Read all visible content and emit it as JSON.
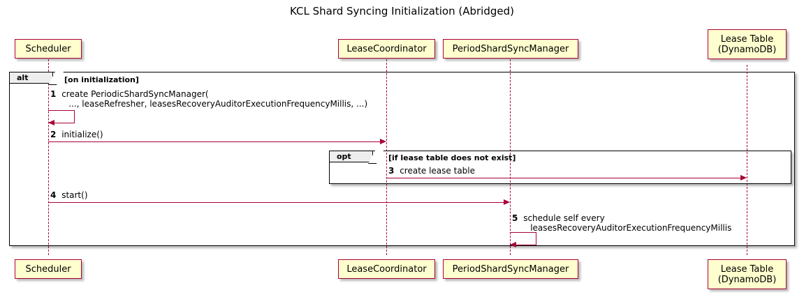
{
  "diagram": {
    "title": "KCL Shard Syncing Initialization (Abridged)",
    "type": "sequence-diagram"
  },
  "participants": [
    {
      "id": "scheduler",
      "label": "Scheduler",
      "lines": [
        "Scheduler"
      ]
    },
    {
      "id": "leasecoord",
      "label": "LeaseCoordinator",
      "lines": [
        "LeaseCoordinator"
      ]
    },
    {
      "id": "psm",
      "label": "PeriodShardSyncManager",
      "lines": [
        "PeriodShardSyncManager"
      ]
    },
    {
      "id": "leasetable",
      "label": "Lease Table (DynamoDB)",
      "lines": [
        "Lease Table",
        "(DynamoDB)"
      ]
    }
  ],
  "frames": [
    {
      "id": "alt",
      "type": "alt",
      "tab": "alt",
      "condition": "[on initialization]"
    },
    {
      "id": "opt",
      "type": "opt",
      "tab": "opt",
      "condition": "[if lease table does not exist]"
    }
  ],
  "messages": [
    {
      "num": "1",
      "from": "scheduler",
      "to": "scheduler",
      "self": true,
      "lines": [
        "create PeriodicShardSyncManager(",
        "..., leaseRefresher, leasesRecoveryAuditorExecutionFrequencyMillis, ...)"
      ]
    },
    {
      "num": "2",
      "from": "scheduler",
      "to": "leasecoord",
      "self": false,
      "lines": [
        "initialize()"
      ]
    },
    {
      "num": "3",
      "from": "leasecoord",
      "to": "leasetable",
      "self": false,
      "lines": [
        "create lease table"
      ]
    },
    {
      "num": "4",
      "from": "scheduler",
      "to": "psm",
      "self": false,
      "lines": [
        "start()"
      ]
    },
    {
      "num": "5",
      "from": "psm",
      "to": "psm",
      "self": true,
      "lines": [
        "schedule self every",
        "leasesRecoveryAuditorExecutionFrequencyMillis"
      ]
    }
  ],
  "colors": {
    "participant_fill": "#FEFECE",
    "participant_border": "#A80036",
    "arrow": "#A80036",
    "frame_border": "#000000",
    "frame_tab_fill": "#EEEEEE",
    "background": "#FFFFFF",
    "text": "#000000"
  }
}
